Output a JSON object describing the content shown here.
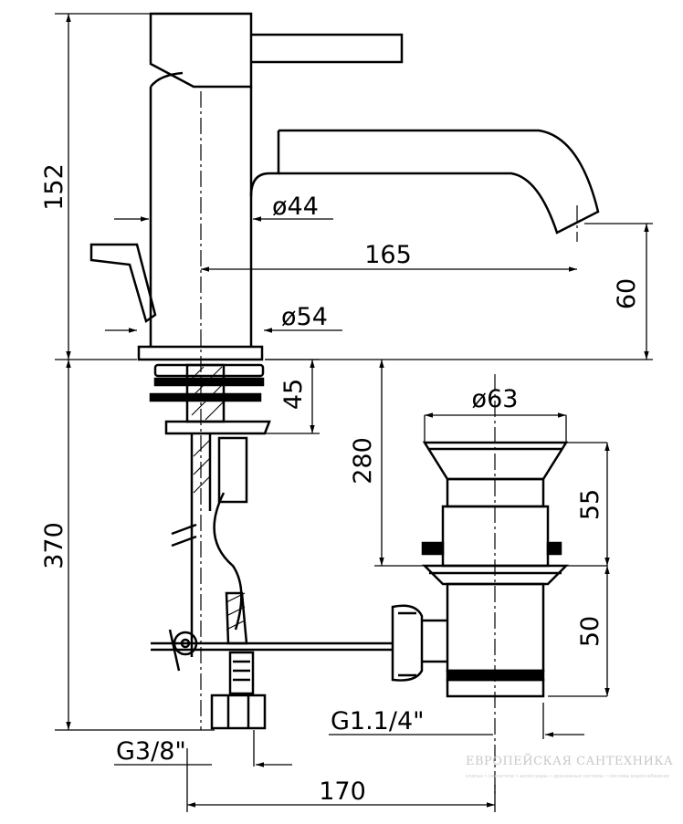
{
  "dimensions": {
    "height_spout": "152",
    "dia_body_top": "ø44",
    "spout_reach": "165",
    "spout_height": "60",
    "dia_base": "ø54",
    "mount_depth": "45",
    "total_below": "370",
    "drain_height": "280",
    "dia_drain": "ø63",
    "drain_upper": "55",
    "drain_lower": "50",
    "thread_drain": "G1.1/4\"",
    "thread_hose": "G3/8\"",
    "center_distance": "170"
  },
  "watermark": {
    "title": "ЕВРОПЕЙСКАЯ САНТЕХНИКА",
    "subtitle": "клапан • смесители • аксессуары • дренажные системы • системы водоснабжения"
  }
}
